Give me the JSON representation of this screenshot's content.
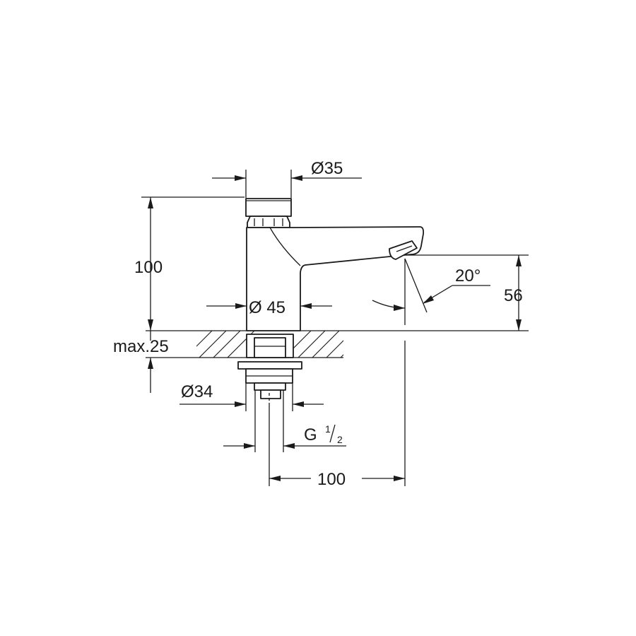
{
  "dimensions": {
    "cap_diameter": "Ø35",
    "total_height": "100",
    "body_diameter": "Ø 45",
    "spout_height": "56",
    "spout_angle": "20°",
    "max_deck_thickness": "max.25",
    "nut_diameter": "Ø34",
    "thread_prefix": "G",
    "thread_numerator": "1",
    "thread_denominator": "2",
    "spout_reach": "100"
  }
}
